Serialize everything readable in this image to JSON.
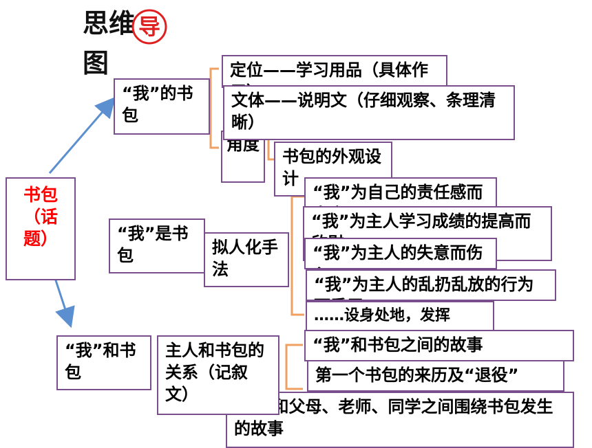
{
  "title": {
    "line1": "思维",
    "line2": "图",
    "stamp_char": "导"
  },
  "colors": {
    "box_border": "#7a4d8c",
    "bracket": "#f0a060",
    "arrow": "#5b8fcf",
    "topic": "#ff0000",
    "stamp": "#e02020"
  },
  "topic": {
    "text": "书包（话题）"
  },
  "branch1": {
    "label": "“我”的书包",
    "items": [
      {
        "text": "定位——学习用品（具体作用）"
      },
      {
        "text": "文体——说明文（仔细观察、条理清晰）"
      },
      {
        "text": "角度"
      },
      {
        "text": "书包的外观设计"
      }
    ]
  },
  "branch2": {
    "label": "“我”是书包",
    "method": "拟人化手法",
    "items": [
      {
        "text": "“我”为自己的责任感而自豪"
      },
      {
        "text": "“我”为主人学习成绩的提高而欣慰"
      },
      {
        "text": "“我”为主人的失意而伤心"
      },
      {
        "text": "“我”为主人的乱扔乱放的行为而委屈"
      },
      {
        "text": "……设身处地，发挥"
      }
    ]
  },
  "branch3": {
    "label": "“我”和书包",
    "relation": "主人和书包的关系（记叙文）",
    "items": [
      {
        "text": "“我”和书包之间的故事"
      },
      {
        "text": "第一个书包的来历及“退役”"
      },
      {
        "text": "“我”和父母、老师、同学之间围绕书包发生的故事"
      }
    ]
  }
}
